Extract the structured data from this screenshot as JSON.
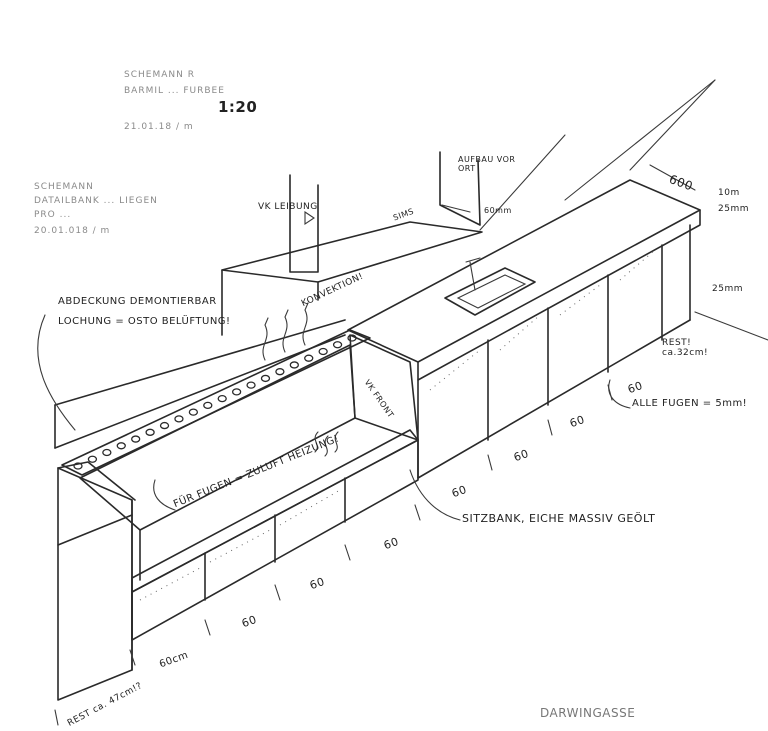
{
  "title_block": {
    "project": "SCHEMANN R",
    "subject": "BARMIL ... FURBEE",
    "scale_line": "1:20",
    "date": "21.01.18 / m"
  },
  "title_block_2": {
    "project": "SCHEMANN",
    "subject": "DATAILBANK ... LIEGEN",
    "extra": "PRO ...",
    "date": "20.01.018 / m"
  },
  "labels": {
    "vk_leibung": "VK LEIBUNG",
    "aufbau": "AUFBAU VOR ORT",
    "dim_60mm": "60mm",
    "sims": "SIMS",
    "konvektion": "KONVEKTION!",
    "abdeckung_1": "ABDECKUNG DEMONTIERBAR",
    "abdeckung_2": "LOCHUNG = OSTO BELÜFTUNG!",
    "vk_front": "VK FRONT",
    "fugen_zuluft": "FÜR FUGEN = ZULUFT HEIZUNG!",
    "dim_600": "600",
    "dim_10mm": "10m",
    "dim_25mm_a": "25mm",
    "dim_25mm_b": "25mm",
    "rest_right": "REST! ca.32cm!",
    "alle_fugen": "ALLE FUGEN = 5mm!",
    "sitzbank": "SITZBANK, EICHE MASSIV GEÖLT",
    "rest_left": "REST ca. 47cm!?",
    "signature": "DARWINGASSE"
  },
  "dimensions": {
    "d1": "60cm",
    "d2": "60",
    "d3": "60",
    "d4": "60",
    "d5": "60",
    "d6": "60",
    "d7": "60",
    "d8": "60"
  }
}
